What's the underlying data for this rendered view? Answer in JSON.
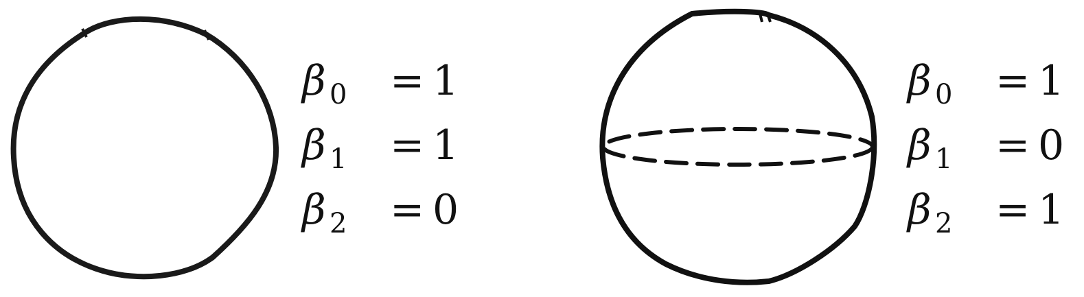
{
  "figures": [
    {
      "id": "circle",
      "betti": [
        {
          "symbol": "β",
          "subscript": "0",
          "equals": "=",
          "value": "1"
        },
        {
          "symbol": "β",
          "subscript": "1",
          "equals": "=",
          "value": "1"
        },
        {
          "symbol": "β",
          "subscript": "2",
          "equals": "=",
          "value": "0"
        }
      ]
    },
    {
      "id": "sphere",
      "betti": [
        {
          "symbol": "β",
          "subscript": "0",
          "equals": "=",
          "value": "1"
        },
        {
          "symbol": "β",
          "subscript": "1",
          "equals": "=",
          "value": "0"
        },
        {
          "symbol": "β",
          "subscript": "2",
          "equals": "=",
          "value": "1"
        }
      ]
    }
  ],
  "colors": {
    "stroke": "#1a1a1a",
    "background": "#ffffff"
  }
}
